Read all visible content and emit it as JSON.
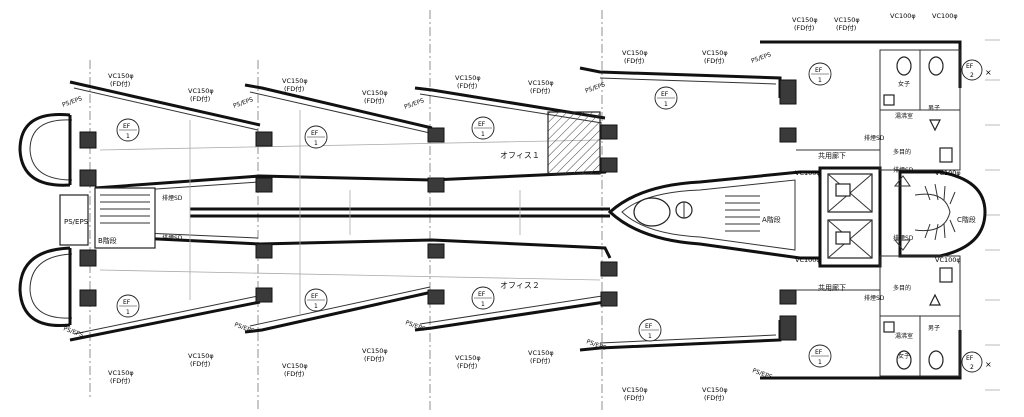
{
  "labels": {
    "office1": "オフィス１",
    "office2": "オフィス２",
    "stair_a": "A階段",
    "stair_b": "B階段",
    "stair_c": "C階段",
    "corridor": "共用廊下",
    "ps_eps": "PS/EPS",
    "ef_label": "EF",
    "ef1": "1",
    "ef2": "2",
    "multiply": "×",
    "vc150": "VC150φ",
    "vc100": "VC100φ",
    "fd": "(FD付)",
    "smoke": "排煙SD",
    "smoke_short": "排",
    "sd": "SD",
    "wc_m": "男子",
    "wc_f": "女子",
    "tea": "湯沸室",
    "pwc": "多目的"
  }
}
